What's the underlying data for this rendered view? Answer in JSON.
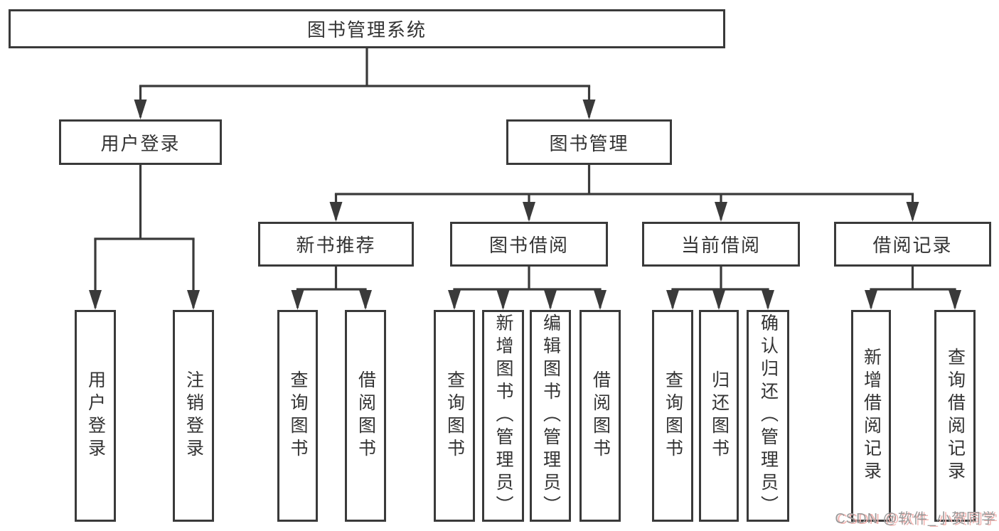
{
  "diagram": {
    "title": "图书管理系统",
    "branches": [
      {
        "label": "用户登录",
        "children": [
          {
            "label": "用户登录"
          },
          {
            "label": "注销登录"
          }
        ]
      },
      {
        "label": "图书管理",
        "children": [
          {
            "label": "新书推荐",
            "children": [
              {
                "label": "查询图书"
              },
              {
                "label": "借阅图书"
              }
            ]
          },
          {
            "label": "图书借阅",
            "children": [
              {
                "label": "查询图书"
              },
              {
                "label": "新增图书（管理员）"
              },
              {
                "label": "编辑图书（管理员）"
              },
              {
                "label": "借阅图书"
              }
            ]
          },
          {
            "label": "当前借阅",
            "children": [
              {
                "label": "查询图书"
              },
              {
                "label": "归还图书"
              },
              {
                "label": "确认归还（管理员）"
              }
            ]
          },
          {
            "label": "借阅记录",
            "children": [
              {
                "label": "新增借阅记录"
              },
              {
                "label": "查询借阅记录"
              }
            ]
          }
        ]
      }
    ]
  },
  "watermark": {
    "text": "CSDN @软件_小贺同学"
  },
  "colors": {
    "line": "#3a3a3a",
    "box_border": "#3a3a3a",
    "text": "#333333",
    "background": "#ffffff",
    "watermark_text": "#9a9a9a",
    "watermark_shadow": "#f2b4b1"
  }
}
